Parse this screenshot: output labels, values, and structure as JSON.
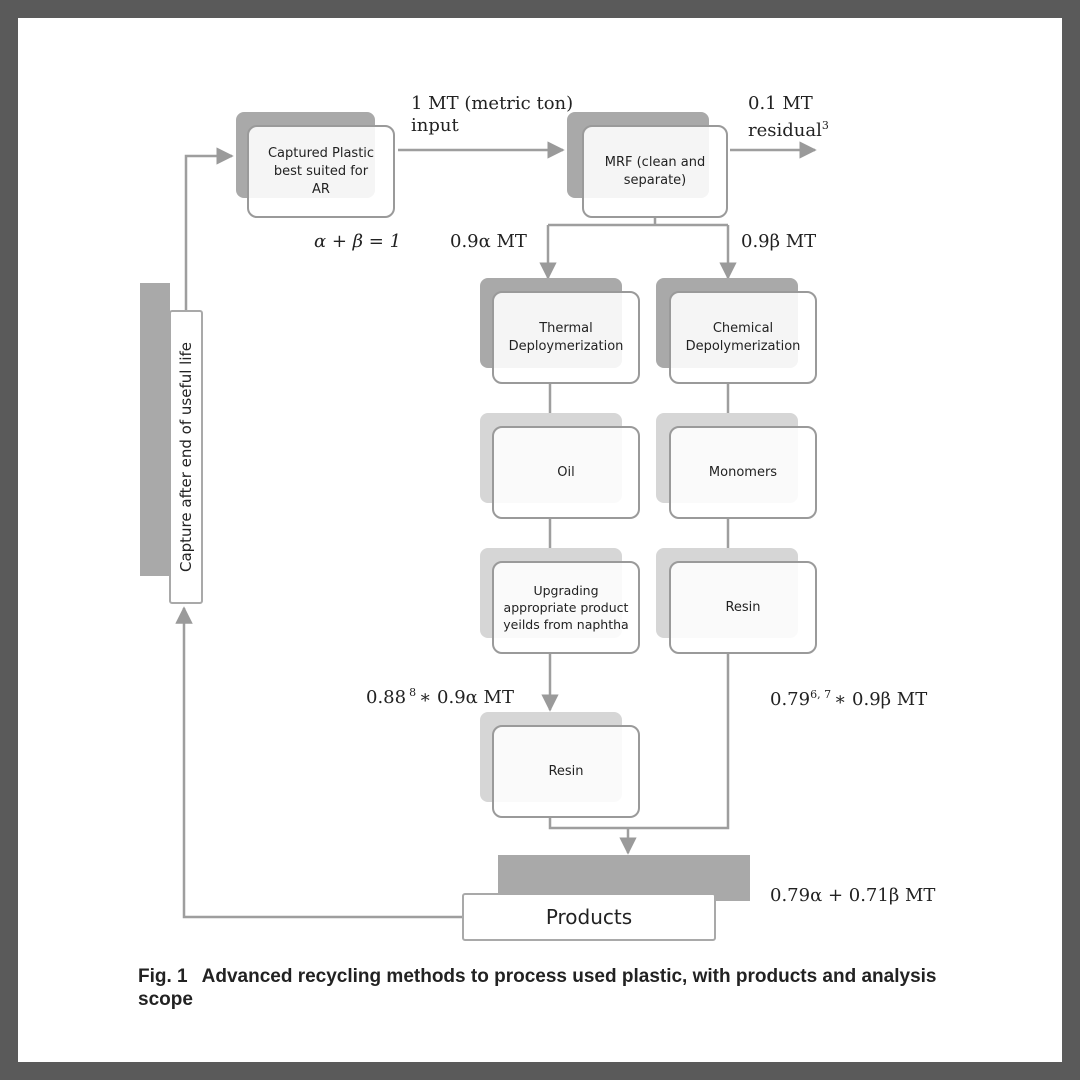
{
  "figure": {
    "nodes": {
      "captured_plastic": "Captured Plastic best suited for AR",
      "mrf": "MRF (clean and separate)",
      "thermal": "Thermal Deploymerization",
      "chemical": "Chemical Depolymerization",
      "oil": "Oil",
      "monomers": "Monomers",
      "upgrading": "Upgrading appropriate product yeilds from naphtha",
      "resin_right": "Resin",
      "resin_left": "Resin",
      "products": "Products",
      "capture": "Capture after end of useful life"
    },
    "annotations": {
      "input_line1": "1 MT (metric ton)",
      "input_line2": "input",
      "residual_line1": "0.1 MT",
      "residual_line2": "residual",
      "residual_sup": "3",
      "alpha_beta": "α + β = 1",
      "alpha_flow": "0.9α MT",
      "beta_flow": "0.9β MT",
      "left_yield_base": "0.88",
      "left_yield_sup": "8",
      "left_yield_rest": "∗ 0.9α MT",
      "right_yield_base": "0.79",
      "right_yield_sup": "6, 7",
      "right_yield_rest": "∗ 0.9β MT",
      "products_flow": "0.79α + 0.71β MT"
    },
    "caption": {
      "label": "Fig. 1",
      "text": "Advanced recycling methods to process used plastic, with products and analysis scope"
    },
    "colors": {
      "background_frame": "#5a5a5a",
      "shadow_dark": "#a9a9a9",
      "shadow_light": "#d6d6d6",
      "arrow": "#9a9a9a"
    }
  }
}
